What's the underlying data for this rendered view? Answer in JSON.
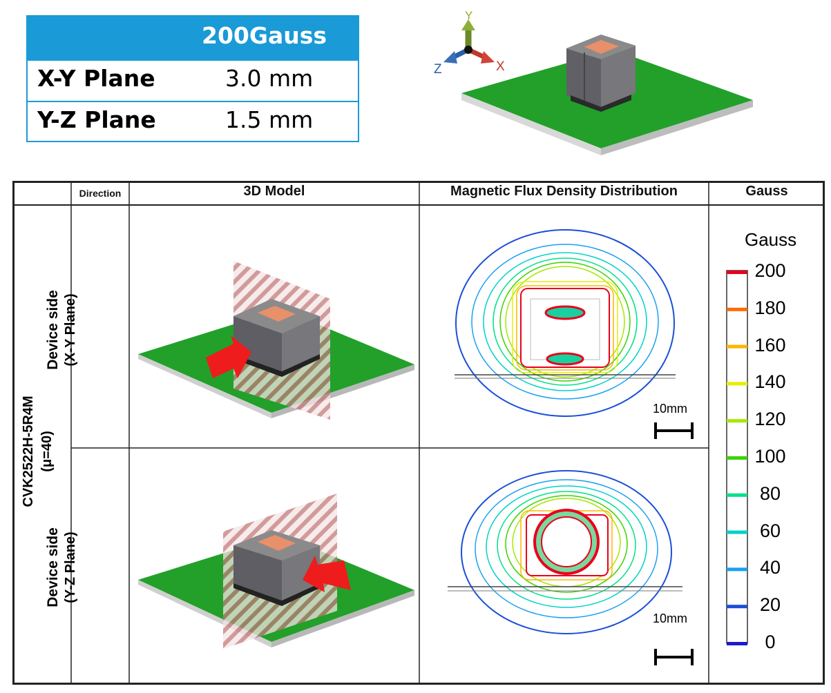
{
  "summary_table": {
    "header": "200Gauss",
    "rows": [
      {
        "label": "X-Y Plane",
        "value": "3.0 mm"
      },
      {
        "label": "Y-Z Plane",
        "value": "1.5 mm"
      }
    ]
  },
  "axes": {
    "y": "Y",
    "x": "X",
    "z": "Z"
  },
  "main_table": {
    "headers": {
      "direction": "Direction",
      "model": "3D Model",
      "flux": "Magnetic Flux Density Distribution",
      "gauss": "Gauss"
    },
    "device_line1": "CVK2522H-5R4M",
    "device_line2": "(μ=40)",
    "rows": [
      {
        "line1": "Device side",
        "line2": "(X-Y Plane)",
        "scale": "10mm"
      },
      {
        "line1": "Device side",
        "line2": "(Y-Z Plane)",
        "scale": "10mm"
      }
    ]
  },
  "legend": {
    "title": "Gauss",
    "ticks": [
      "200",
      "180",
      "160",
      "140",
      "120",
      "100",
      "80",
      "60",
      "40",
      "20",
      "0"
    ],
    "colors": [
      "#e8001a",
      "#ff6a00",
      "#ffb400",
      "#e6ee00",
      "#a6e800",
      "#3ad400",
      "#00e08a",
      "#00d2c8",
      "#1aa0f0",
      "#1a4fd8",
      "#1a1ad0"
    ]
  },
  "colors": {
    "accent": "#1a9ad6",
    "board": "#22a02a",
    "arrow": "#ee1c1c"
  }
}
